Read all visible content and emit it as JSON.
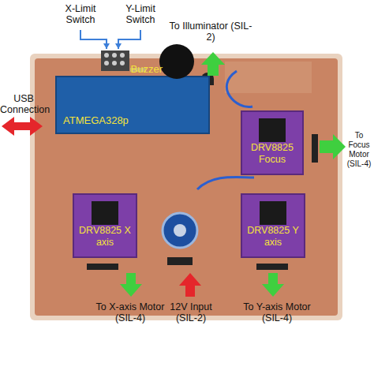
{
  "diagram": {
    "nodes": [
      {
        "text": [
          "ATMEGA328p"
        ]
      },
      {
        "text": [
          "Buzzer"
        ]
      },
      {
        "text": [
          "DRV8825 Focus"
        ]
      },
      {
        "text": [
          "DRV8825 X axis"
        ]
      },
      {
        "text": [
          "DRV8825 Y axis"
        ]
      }
    ],
    "labels": [
      "X-Limit Switch",
      "Y-Limit Switch",
      "To Illuminator (SIL-2)",
      "USB Connection",
      "To Focus Motor (SIL-4)",
      "To X-axis Motor (SIL-4)",
      "12V Input (SIL-2)",
      "To Y-axis Motor (SIL-4)"
    ]
  }
}
